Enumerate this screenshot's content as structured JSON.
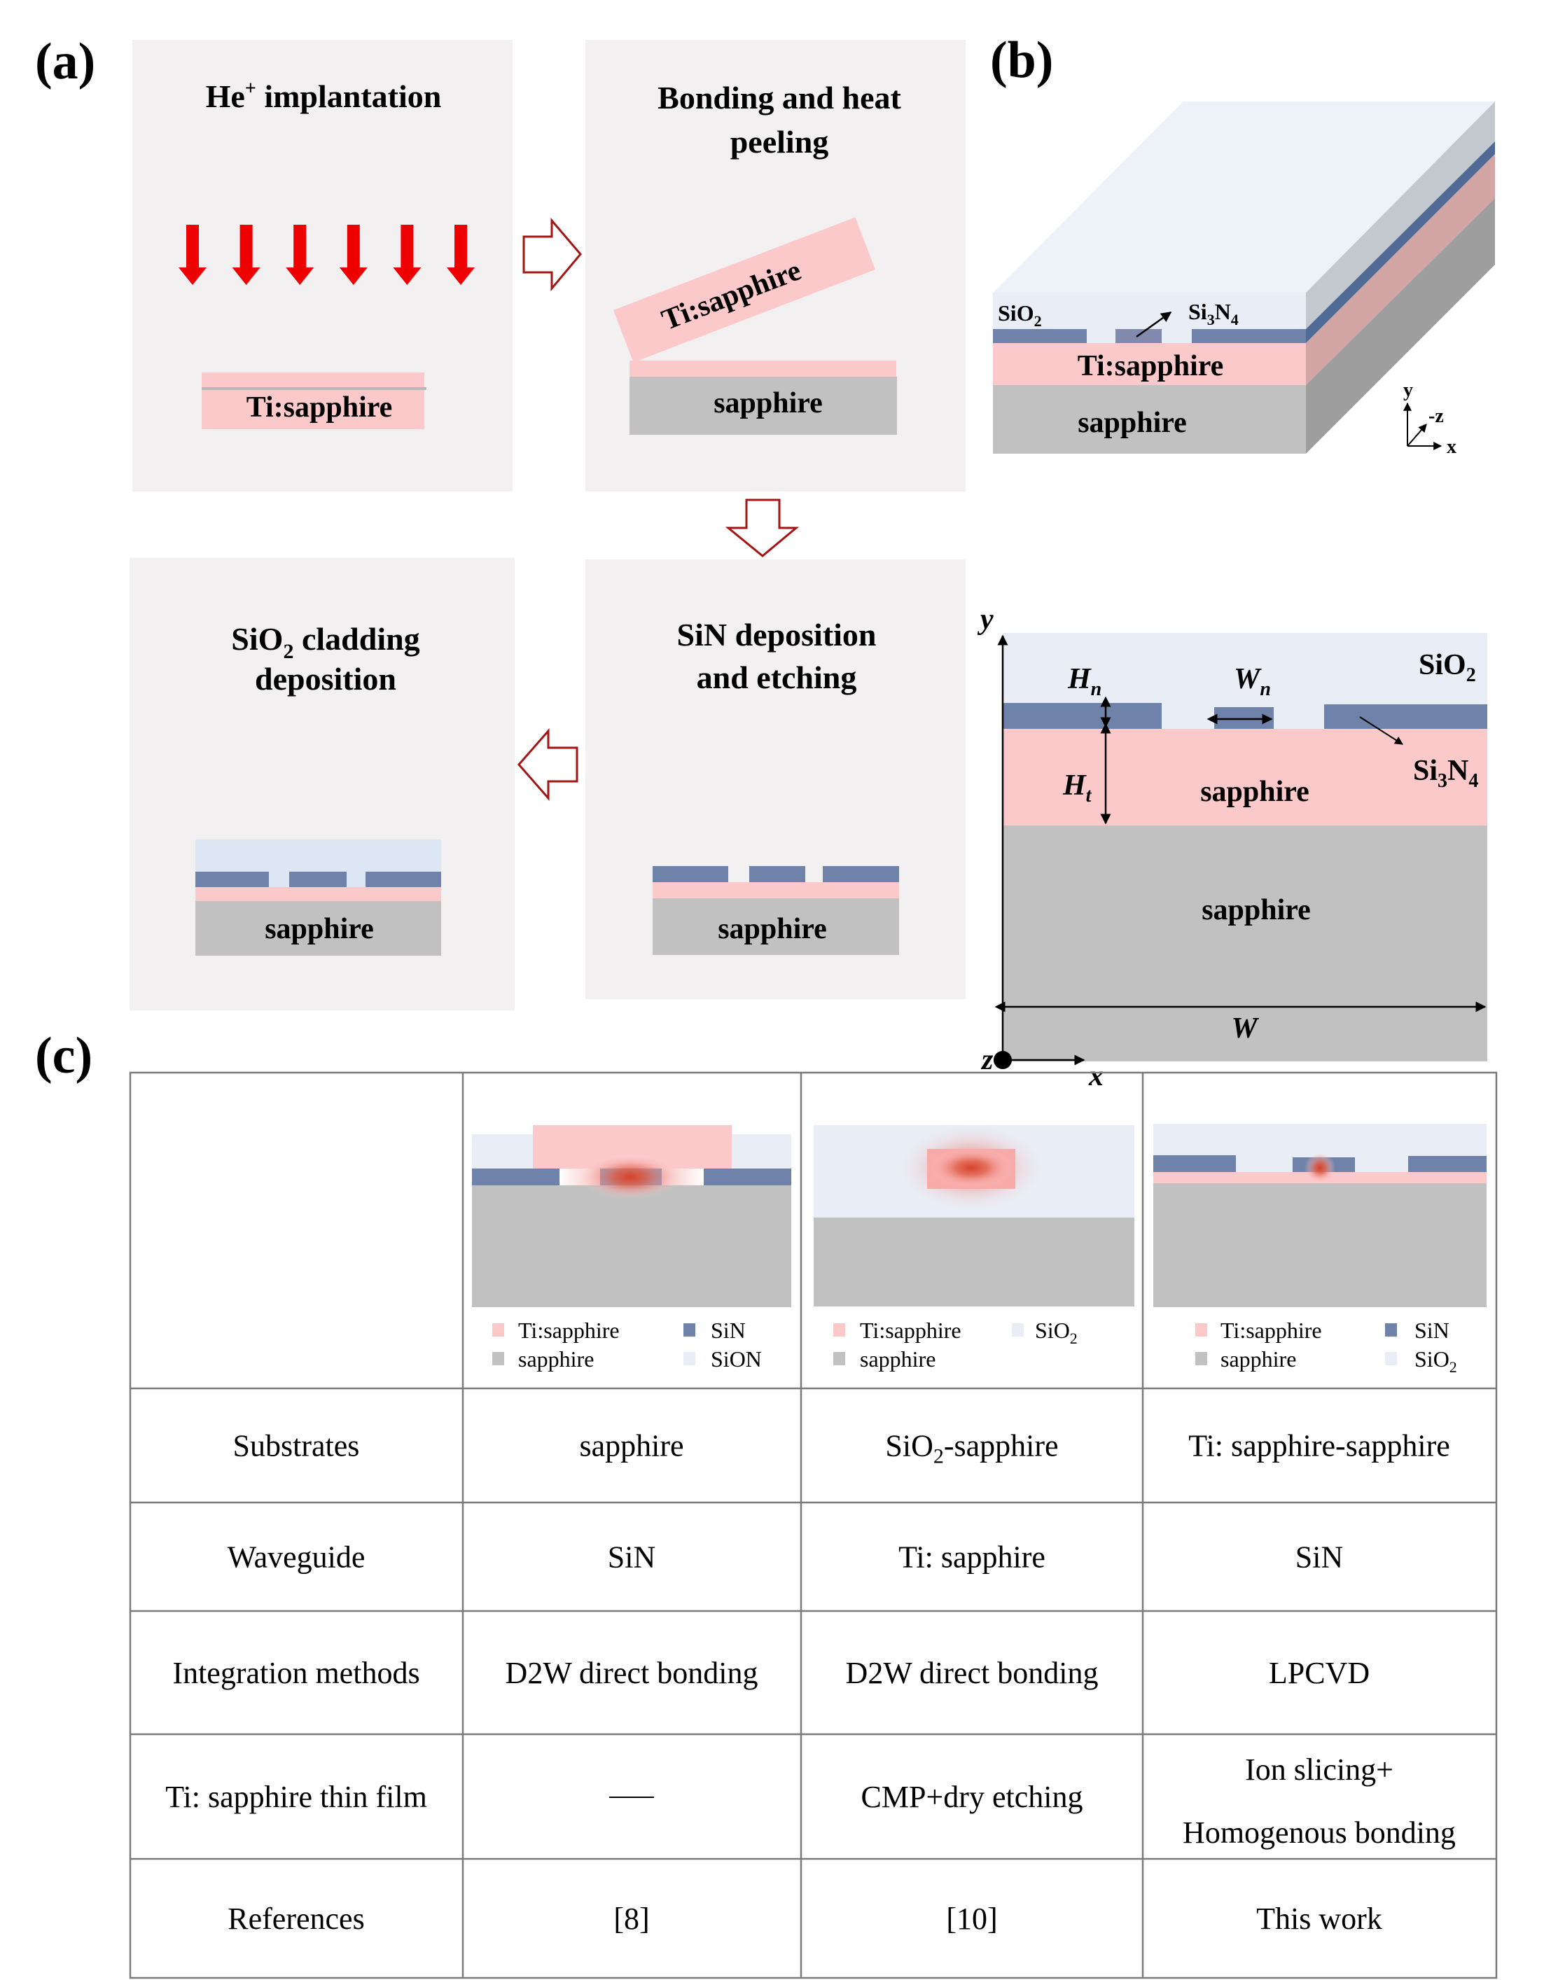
{
  "colors": {
    "panel_bg": "#f2f0f1",
    "ti_sapphire": "#fcc9ca",
    "sapphire": "#c1c1c1",
    "sin": "#6f83aa",
    "sin_light": "#8189ac",
    "sio2": "#e9eef6",
    "sio2_cladding": "#dde7f3",
    "implant_arrow": "#ee0000",
    "flow_arrow": "#a31515",
    "mode_red": "#d7402a",
    "side_sio2": "#c3c8ce",
    "side_sin": "#4f6a94",
    "side_ti": "#d4a5a5",
    "side_sapphire": "#9e9e9e",
    "table_line": "#7a7a7a"
  },
  "panel_a": {
    "label": "(a)",
    "steps": [
      {
        "id": "implant",
        "title_main": "He",
        "title_sup": "+",
        "title_rest": " implantation",
        "layer_label": "Ti:sapphire"
      },
      {
        "id": "bond",
        "title_lines": [
          "Bonding and heat",
          "peeling"
        ],
        "tilted_label": "Ti:sapphire",
        "substrate_label": "sapphire"
      },
      {
        "id": "sin",
        "title_lines": [
          "SiN deposition",
          "and etching"
        ],
        "substrate_label": "sapphire"
      },
      {
        "id": "clad",
        "title_line1_pre": "SiO",
        "title_line1_sub": "2",
        "title_line1_post": " cladding",
        "title_line2": "deposition",
        "substrate_label": "sapphire"
      }
    ],
    "implant_arrow_count": 6
  },
  "panel_b": {
    "label": "(b)",
    "iso": {
      "sio2_label": "SiO",
      "sio2_sub": "2",
      "si3n4_label_a": "Si",
      "si3n4_sub_a": "3",
      "si3n4_label_b": "N",
      "si3n4_sub_b": "4",
      "ti_label": "Ti:sapphire",
      "sapphire_label": "sapphire",
      "axis_y": "y",
      "axis_z": "-z",
      "axis_x": "x"
    },
    "cross_section": {
      "axis_y": "y",
      "axis_x": "x",
      "axis_z": "z",
      "Hn": "H",
      "Hn_sub": "n",
      "Wn": "W",
      "Wn_sub": "n",
      "Ht": "H",
      "Ht_sub": "t",
      "W": "W",
      "sio2_label": "SiO",
      "sio2_sub": "2",
      "si3n4_label_a": "Si",
      "si3n4_sub_a": "3",
      "si3n4_label_b": "N",
      "si3n4_sub_b": "4",
      "thin_film_label": "sapphire",
      "substrate_label": "sapphire"
    }
  },
  "panel_c": {
    "label": "(c)",
    "columns": [
      {
        "legend": [
          {
            "swatch": "ti_sapphire",
            "text": "Ti:sapphire"
          },
          {
            "swatch": "sin",
            "text": "SiN"
          },
          {
            "swatch": "sapphire",
            "text": "sapphire"
          },
          {
            "swatch": "sio2",
            "text": "SiON"
          }
        ]
      },
      {
        "legend": [
          {
            "swatch": "ti_sapphire",
            "text": "Ti:sapphire"
          },
          {
            "swatch": "sio2",
            "text": "SiO",
            "sub": "2"
          },
          {
            "swatch": "sapphire",
            "text": "sapphire"
          }
        ]
      },
      {
        "legend": [
          {
            "swatch": "ti_sapphire",
            "text": "Ti:sapphire"
          },
          {
            "swatch": "sin",
            "text": "SiN"
          },
          {
            "swatch": "sapphire",
            "text": "sapphire"
          },
          {
            "swatch": "sio2",
            "text": "SiO",
            "sub": "2"
          }
        ]
      }
    ],
    "rows": [
      {
        "header": "Substrates",
        "cells": [
          "sapphire",
          "SiO2-sapphire",
          "Ti: sapphire-sapphire"
        ]
      },
      {
        "header": "Waveguide",
        "cells": [
          "SiN",
          "Ti: sapphire",
          "SiN"
        ]
      },
      {
        "header": "Integration methods",
        "cells": [
          "D2W direct bonding",
          "D2W direct bonding",
          "LPCVD"
        ]
      },
      {
        "header": "Ti: sapphire thin film",
        "cells": [
          "——",
          "CMP+dry etching",
          "Ion slicing+|Homogenous bonding"
        ]
      },
      {
        "header": "References",
        "cells": [
          "[8]",
          "[10]",
          "This work"
        ]
      }
    ],
    "substrate_col2_pre": "SiO",
    "substrate_col2_sub": "2",
    "substrate_col2_post": "-sapphire",
    "thin_film_col3_line1": "Ion slicing+",
    "thin_film_col3_line2": "Homogenous bonding"
  }
}
